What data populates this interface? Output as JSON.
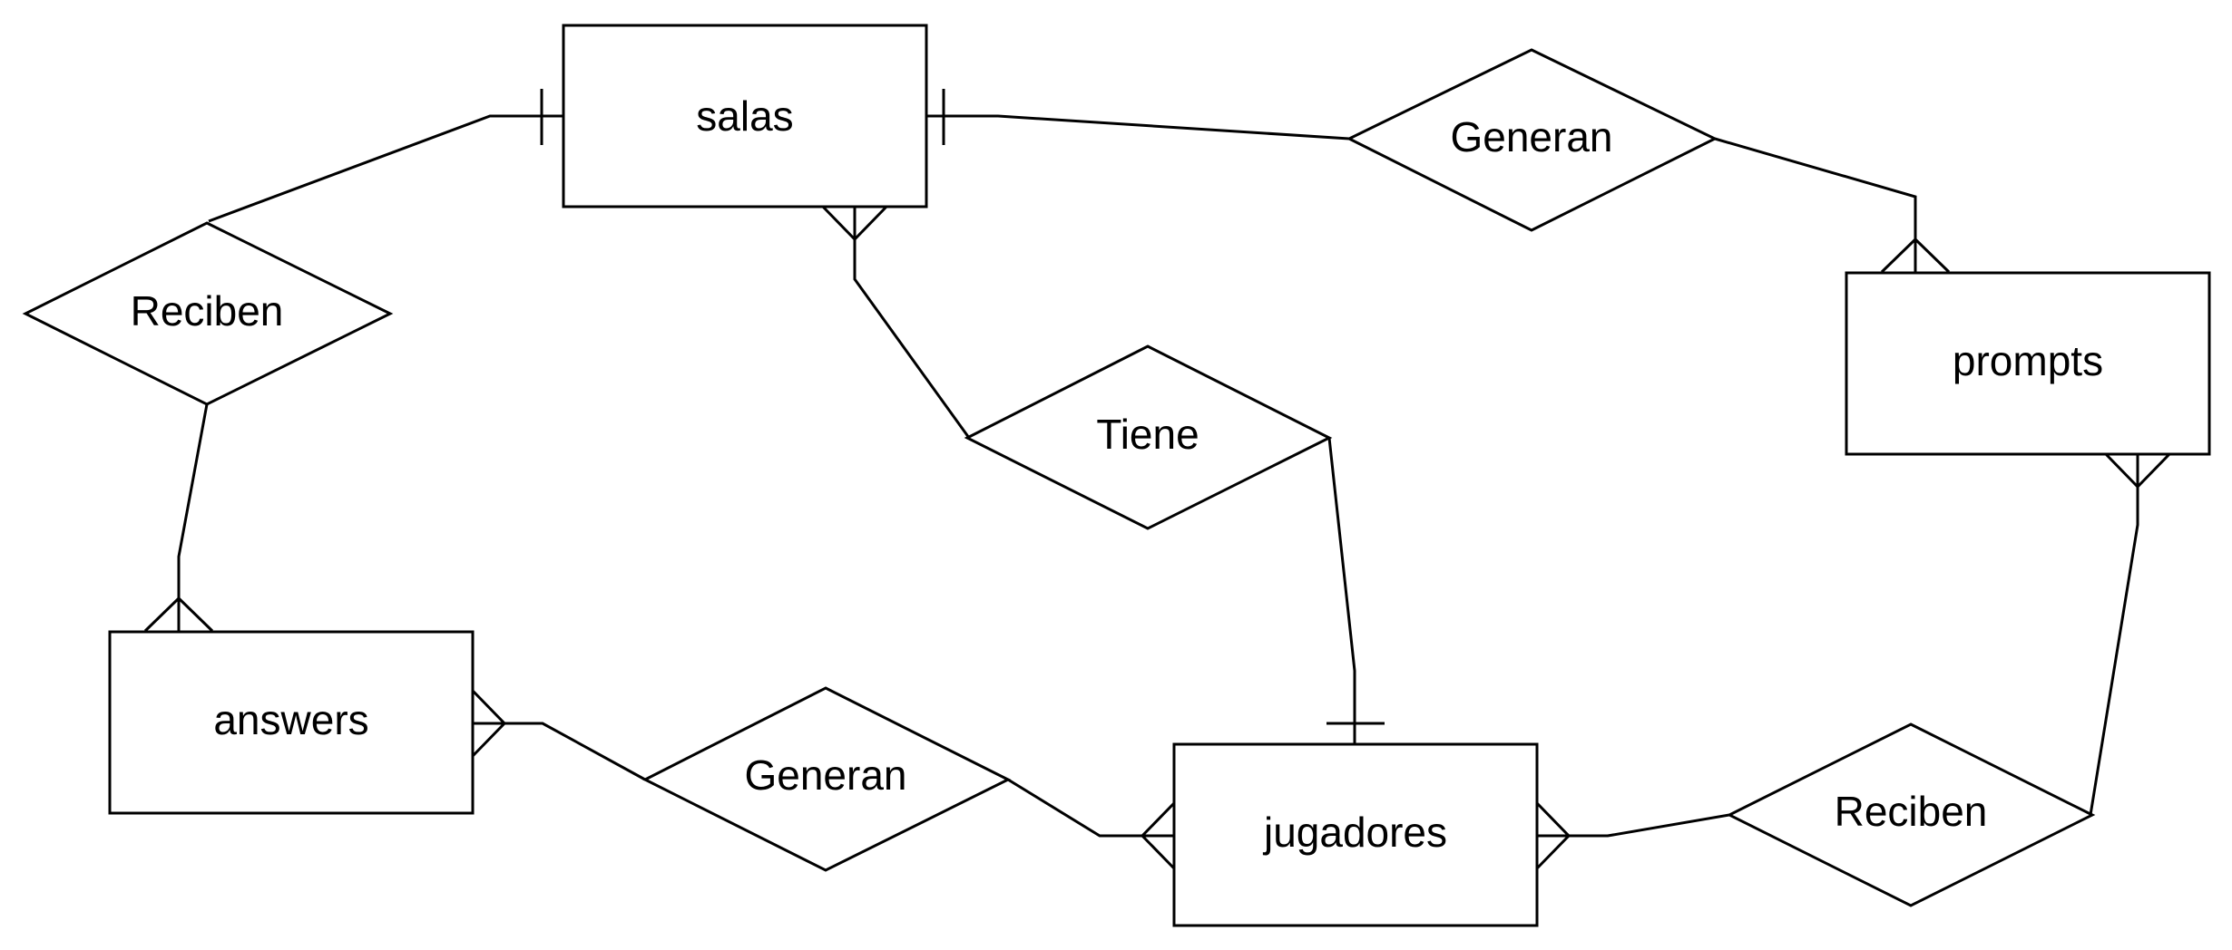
{
  "entities": {
    "salas": "salas",
    "prompts": "prompts",
    "answers": "answers",
    "jugadores": "jugadores"
  },
  "relationships": {
    "generan_salas_prompts": "Generan",
    "reciben_salas_answers": "Reciben",
    "tiene_salas_jugadores": "Tiene",
    "generan_answers_jugadores": "Generan",
    "reciben_jugadores_prompts": "Reciben"
  },
  "cardinalities": {
    "salas_reciben": "one",
    "answers_reciben": "many",
    "salas_generan": "one",
    "prompts_generan": "many",
    "salas_tiene": "many",
    "jugadores_tiene": "one",
    "answers_generan": "many",
    "jugadores_generan": "many",
    "jugadores_reciben": "many",
    "prompts_reciben": "many"
  },
  "colors": {
    "stroke": "#000000",
    "fill": "#ffffff"
  }
}
